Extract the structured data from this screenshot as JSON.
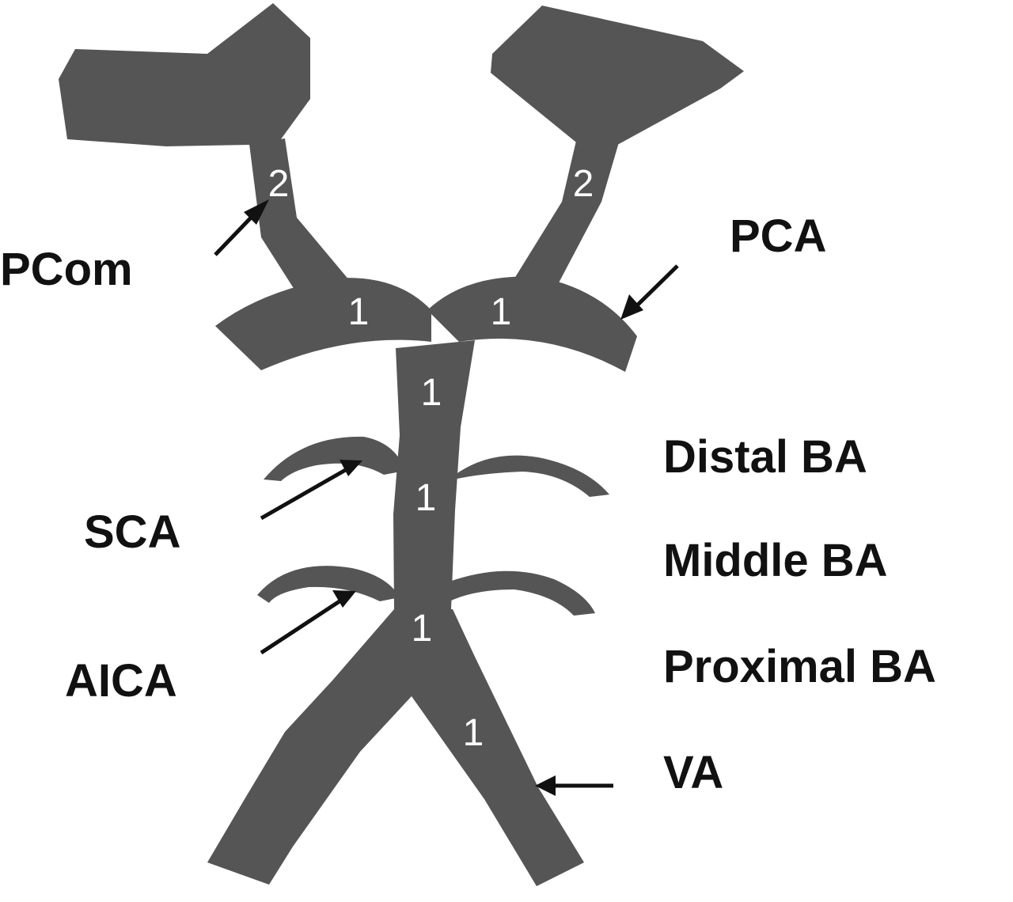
{
  "colors": {
    "vessel": "#555555",
    "score_text": "#ffffff",
    "label_text": "#111111",
    "background": "#ffffff"
  },
  "labels": {
    "pcom": "PCom",
    "pca": "PCA",
    "distal_ba": "Distal BA",
    "middle_ba": "Middle BA",
    "proximal_ba": "Proximal BA",
    "sca": "SCA",
    "aica": "AICA",
    "va": "VA"
  },
  "scores": {
    "left_pcom": "2",
    "right_pcom": "2",
    "left_p1": "1",
    "right_p1": "1",
    "distal_ba": "1",
    "middle_ba": "1",
    "proximal_ba": "1",
    "right_va": "1"
  }
}
